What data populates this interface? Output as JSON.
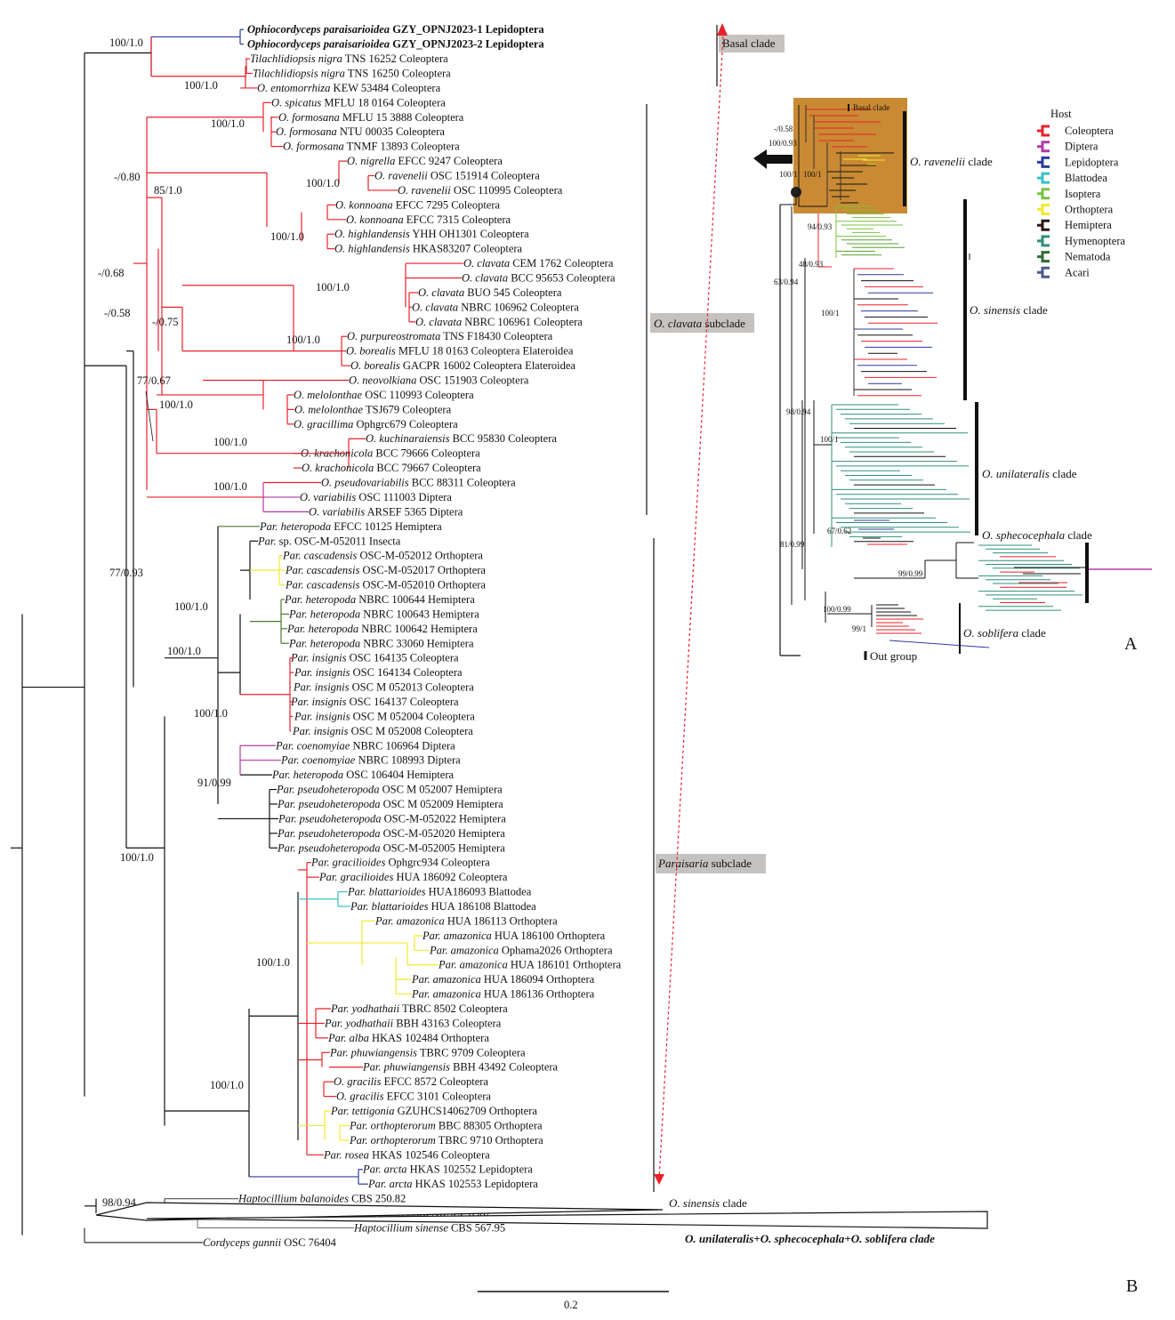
{
  "taxa": [
    {
      "it": "Ophiocordyceps paraisarioidea",
      "rest": " GZY_OPNJ2023-1 Lepidoptera",
      "bold": true
    },
    {
      "it": "Ophiocordyceps paraisarioidea",
      "rest": " GZY_OPNJ2023-2 Lepidoptera",
      "bold": true
    },
    {
      "it": "Tilachlidiopsis nigra",
      "rest": " TNS 16252 Coleoptera"
    },
    {
      "it": "Tilachlidiopsis nigra",
      "rest": " TNS 16250 Coleoptera"
    },
    {
      "it": "O. entomorrhiza",
      "rest": " KEW 53484 Coleoptera"
    },
    {
      "it": "O. spicatus",
      "rest": " MFLU 18 0164 Coleoptera"
    },
    {
      "it": "O. formosana",
      "rest": " MFLU 15 3888 Coleoptera"
    },
    {
      "it": "O. formosana",
      "rest": " NTU 00035 Coleoptera"
    },
    {
      "it": "O. formosana",
      "rest": " TNMF 13893 Coleoptera"
    },
    {
      "it": "O. nigrella",
      "rest": " EFCC 9247 Coleoptera"
    },
    {
      "it": "O. ravenelii",
      "rest": " OSC 151914 Coleoptera"
    },
    {
      "it": "O. ravenelii",
      "rest": " OSC 110995 Coleoptera"
    },
    {
      "it": "O. konnoana",
      "rest": " EFCC 7295 Coleoptera"
    },
    {
      "it": "O. konnoana",
      "rest": " EFCC 7315 Coleoptera"
    },
    {
      "it": "O. highlandensis",
      "rest": " YHH OH1301 Coleoptera"
    },
    {
      "it": "O. highlandensis",
      "rest": " HKAS83207 Coleoptera"
    },
    {
      "it": "O. clavata",
      "rest": " CEM 1762 Coleoptera"
    },
    {
      "it": "O. clavata",
      "rest": " BCC 95653 Coleoptera"
    },
    {
      "it": "O. clavata",
      "rest": " BUO 545 Coleoptera"
    },
    {
      "it": "O. clavata",
      "rest": " NBRC 106962 Coleoptera"
    },
    {
      "it": "O. clavata",
      "rest": " NBRC 106961 Coleoptera"
    },
    {
      "it": "O. purpureostromata",
      "rest": " TNS F18430 Coleoptera"
    },
    {
      "it": "O. borealis",
      "rest": " MFLU 18 0163 Coleoptera Elateroidea"
    },
    {
      "it": "O. borealis",
      "rest": " GACPR 16002 Coleoptera Elateroidea"
    },
    {
      "it": "O. neovolkiana",
      "rest": " OSC 151903 Coleoptera"
    },
    {
      "it": "O. melolonthae",
      "rest": " OSC 110993 Coleoptera"
    },
    {
      "it": "O. melolonthae",
      "rest": " TSJ679    Coleoptera"
    },
    {
      "it": "O. gracillima",
      "rest": " Ophgrc679 Coleoptera"
    },
    {
      "it": "O. kuchinaraiensis",
      "rest": " BCC 95830 Coleoptera"
    },
    {
      "it": "O. krachonicola",
      "rest": " BCC 79666 Coleoptera"
    },
    {
      "it": "O. krachonicola",
      "rest": " BCC 79667 Coleoptera"
    },
    {
      "it": "O. pseudovariabilis",
      "rest": " BCC 88311 Coleoptera"
    },
    {
      "it": "O. variabilis",
      "rest": " OSC 111003 Diptera"
    },
    {
      "it": "O. variabilis",
      "rest": " ARSEF 5365 Diptera"
    },
    {
      "it": "Par. heteropoda",
      "rest": " EFCC 10125 Hemiptera"
    },
    {
      "it": "Par.",
      "rest": " sp.  OSC-M-052011 Insecta"
    },
    {
      "it": "Par. cascadensis",
      "rest": " OSC-M-052012 Orthoptera"
    },
    {
      "it": "Par. cascadensis",
      "rest": " OSC-M-052017 Orthoptera"
    },
    {
      "it": "Par. cascadensis",
      "rest": " OSC-M-052010 Orthoptera"
    },
    {
      "it": "Par. heteropoda",
      "rest": " NBRC 100644 Hemiptera"
    },
    {
      "it": "Par. heteropoda",
      "rest": " NBRC 100643 Hemiptera"
    },
    {
      "it": "Par. heteropoda",
      "rest": " NBRC 100642 Hemiptera"
    },
    {
      "it": "Par. heteropoda",
      "rest": " NBRC 33060 Hemiptera"
    },
    {
      "it": "Par. insignis",
      "rest": " OSC 164135 Coleoptera"
    },
    {
      "it": "Par. insignis",
      "rest": " OSC 164134 Coleoptera"
    },
    {
      "it": "Par. insignis",
      "rest": " OSC M 052013 Coleoptera"
    },
    {
      "it": "Par. insignis",
      "rest": " OSC 164137 Coleoptera"
    },
    {
      "it": "Par. insignis",
      "rest": " OSC M 052004 Coleoptera"
    },
    {
      "it": "Par. insignis",
      "rest": " OSC M 052008 Coleoptera"
    },
    {
      "it": "Par. coenomyiae",
      "rest": " NBRC 106964 Diptera"
    },
    {
      "it": "Par. coenomyiae",
      "rest": " NBRC 108993 Diptera"
    },
    {
      "it": "Par. heteropoda",
      "rest": " OSC 106404 Hemiptera"
    },
    {
      "it": "Par. pseudoheteropoda",
      "rest": " OSC M 052007 Hemiptera"
    },
    {
      "it": "Par. pseudoheteropoda",
      "rest": " OSC M 052009 Hemiptera"
    },
    {
      "it": "Par. pseudoheteropoda",
      "rest": " OSC-M-052022 Hemiptera"
    },
    {
      "it": "Par. pseudoheteropoda",
      "rest": " OSC-M-052020 Hemiptera"
    },
    {
      "it": "Par. pseudoheteropoda",
      "rest": " OSC-M-052005 Hemiptera"
    },
    {
      "it": "Par. gracilioides",
      "rest": " Ophgrc934 Coleoptera"
    },
    {
      "it": "Par. gracilioides",
      "rest": " HUA 186092 Coleoptera"
    },
    {
      "it": "Par. blattarioides",
      "rest": " HUA186093 Blattodea"
    },
    {
      "it": "Par. blattarioides",
      "rest": " HUA 186108 Blattodea"
    },
    {
      "it": "Par. amazonica",
      "rest": " HUA 186113 Orthoptera"
    },
    {
      "it": "Par. amazonica",
      "rest": " HUA 186100 Orthoptera"
    },
    {
      "it": "Par. amazonica",
      "rest": " Ophama2026 Orthoptera"
    },
    {
      "it": "Par. amazonica",
      "rest": " HUA 186101 Orthoptera"
    },
    {
      "it": "Par. amazonica",
      "rest": " HUA 186094 Orthoptera"
    },
    {
      "it": "Par. amazonica",
      "rest": " HUA 186136 Orthoptera"
    },
    {
      "it": "Par. yodhathaii",
      "rest": " TBRC 8502 Coleoptera"
    },
    {
      "it": "Par. yodhathaii",
      "rest": " BBH 43163 Coleoptera"
    },
    {
      "it": "Par. alba",
      "rest": " HKAS 102484 Orthoptera"
    },
    {
      "it": "Par. phuwiangensis",
      "rest": " TBRC 9709 Coleoptera"
    },
    {
      "it": "Par. phuwiangensis",
      "rest": " BBH 43492 Coleoptera"
    },
    {
      "it": "O. gracilis",
      "rest": " EFCC 8572 Coleoptera"
    },
    {
      "it": "O. gracilis",
      "rest": " EFCC 3101 Coleoptera"
    },
    {
      "it": "Par. tettigonia",
      "rest": " GZUHCS14062709 Orthoptera"
    },
    {
      "it": "Par. orthopterorum",
      "rest": " BBC 88305 Orthoptera"
    },
    {
      "it": "Par. orthopterorum",
      "rest": " TBRC 9710 Orthoptera"
    },
    {
      "it": "Par. rosea",
      "rest": " HKAS 102546 Coleoptera"
    },
    {
      "it": "Par. arcta",
      "rest": " HKAS 102552 Lepidoptera"
    },
    {
      "it": "Par. arcta",
      "rest": " HKAS 102553 Lepidoptera"
    },
    {
      "it": "Haptocillium balanoides",
      "rest": " CBS 250.82"
    },
    {
      "it": "Drechmeria coniospora",
      "rest": " ARSEF 6962"
    },
    {
      "it": "Haptocillium sinense",
      "rest": " CBS 567.95"
    },
    {
      "it": "Cordyceps gunnii",
      "rest": " OSC 76404"
    }
  ],
  "supports": [
    "100/1.0",
    "100/1.0",
    "100/1.0",
    "-/0.80",
    "85/1.0",
    "100/1.0",
    "100/1.0",
    "-/0.68",
    "100/1.0",
    "-/0.58",
    "-/0.75",
    "100/1.0",
    "77/0.67",
    "100/1.0",
    "100/1.0",
    "100/1.0",
    "77/0.93",
    "100/1.0",
    "100/1.0",
    "100/1.0",
    "91/0.99",
    "100/1.0",
    "100/1.0",
    "100/1.0",
    "98/0.94"
  ],
  "clade_labels": {
    "basal": "Basal clade",
    "clavata_it": "O. clavata",
    "clavata_rest": " subclade",
    "paraisaria_it": "Paraisaria",
    "paraisaria_rest": " subclade",
    "sinensis_it": "O. sinensis",
    "sinensis_rest": " clade",
    "unilateralis": "O. unilateralis+O. sphecocephala+O. soblifera clade"
  },
  "scale_label": "0.2",
  "panel_a": "A",
  "panel_b": "B",
  "inset": {
    "basal_label": "Basal clade",
    "clade_labels": [
      {
        "it": "O. ravenelii",
        "rest": " clade"
      },
      {
        "it": "O. sinensis",
        "rest": " clade"
      },
      {
        "it": "O. unilateralis",
        "rest": " clade"
      },
      {
        "it": "O. sphecocephala",
        "rest": " clade"
      },
      {
        "it": "O. soblifera",
        "rest": " clade"
      }
    ],
    "outgroup": "Out group",
    "supports": [
      "-/0.58",
      "100/0.93",
      "100/1",
      "100/1",
      "94/0.93",
      "48/0.93",
      "63/0.94",
      "100/1",
      "98/0.94",
      "100/1",
      "67/0.62",
      "81/0.99",
      "99/0.99",
      "100/0.99",
      "99/1"
    ]
  },
  "legend": {
    "title": "Host",
    "items": [
      {
        "name": "Coleoptera",
        "color": "#e8212a"
      },
      {
        "name": "Diptera",
        "color": "#b03aa6"
      },
      {
        "name": "Lepidoptera",
        "color": "#2c3c9e"
      },
      {
        "name": "Blattodea",
        "color": "#3bbfc4"
      },
      {
        "name": "Isoptera",
        "color": "#7ac143"
      },
      {
        "name": "Orthoptera",
        "color": "#f2ea2c"
      },
      {
        "name": "Hemiptera",
        "color": "#2a1a14"
      },
      {
        "name": "Hymenoptera",
        "color": "#2e8f7a"
      },
      {
        "name": "Nematoda",
        "color": "#2f6b34"
      },
      {
        "name": "Acari",
        "color": "#4d5a8c"
      }
    ]
  }
}
